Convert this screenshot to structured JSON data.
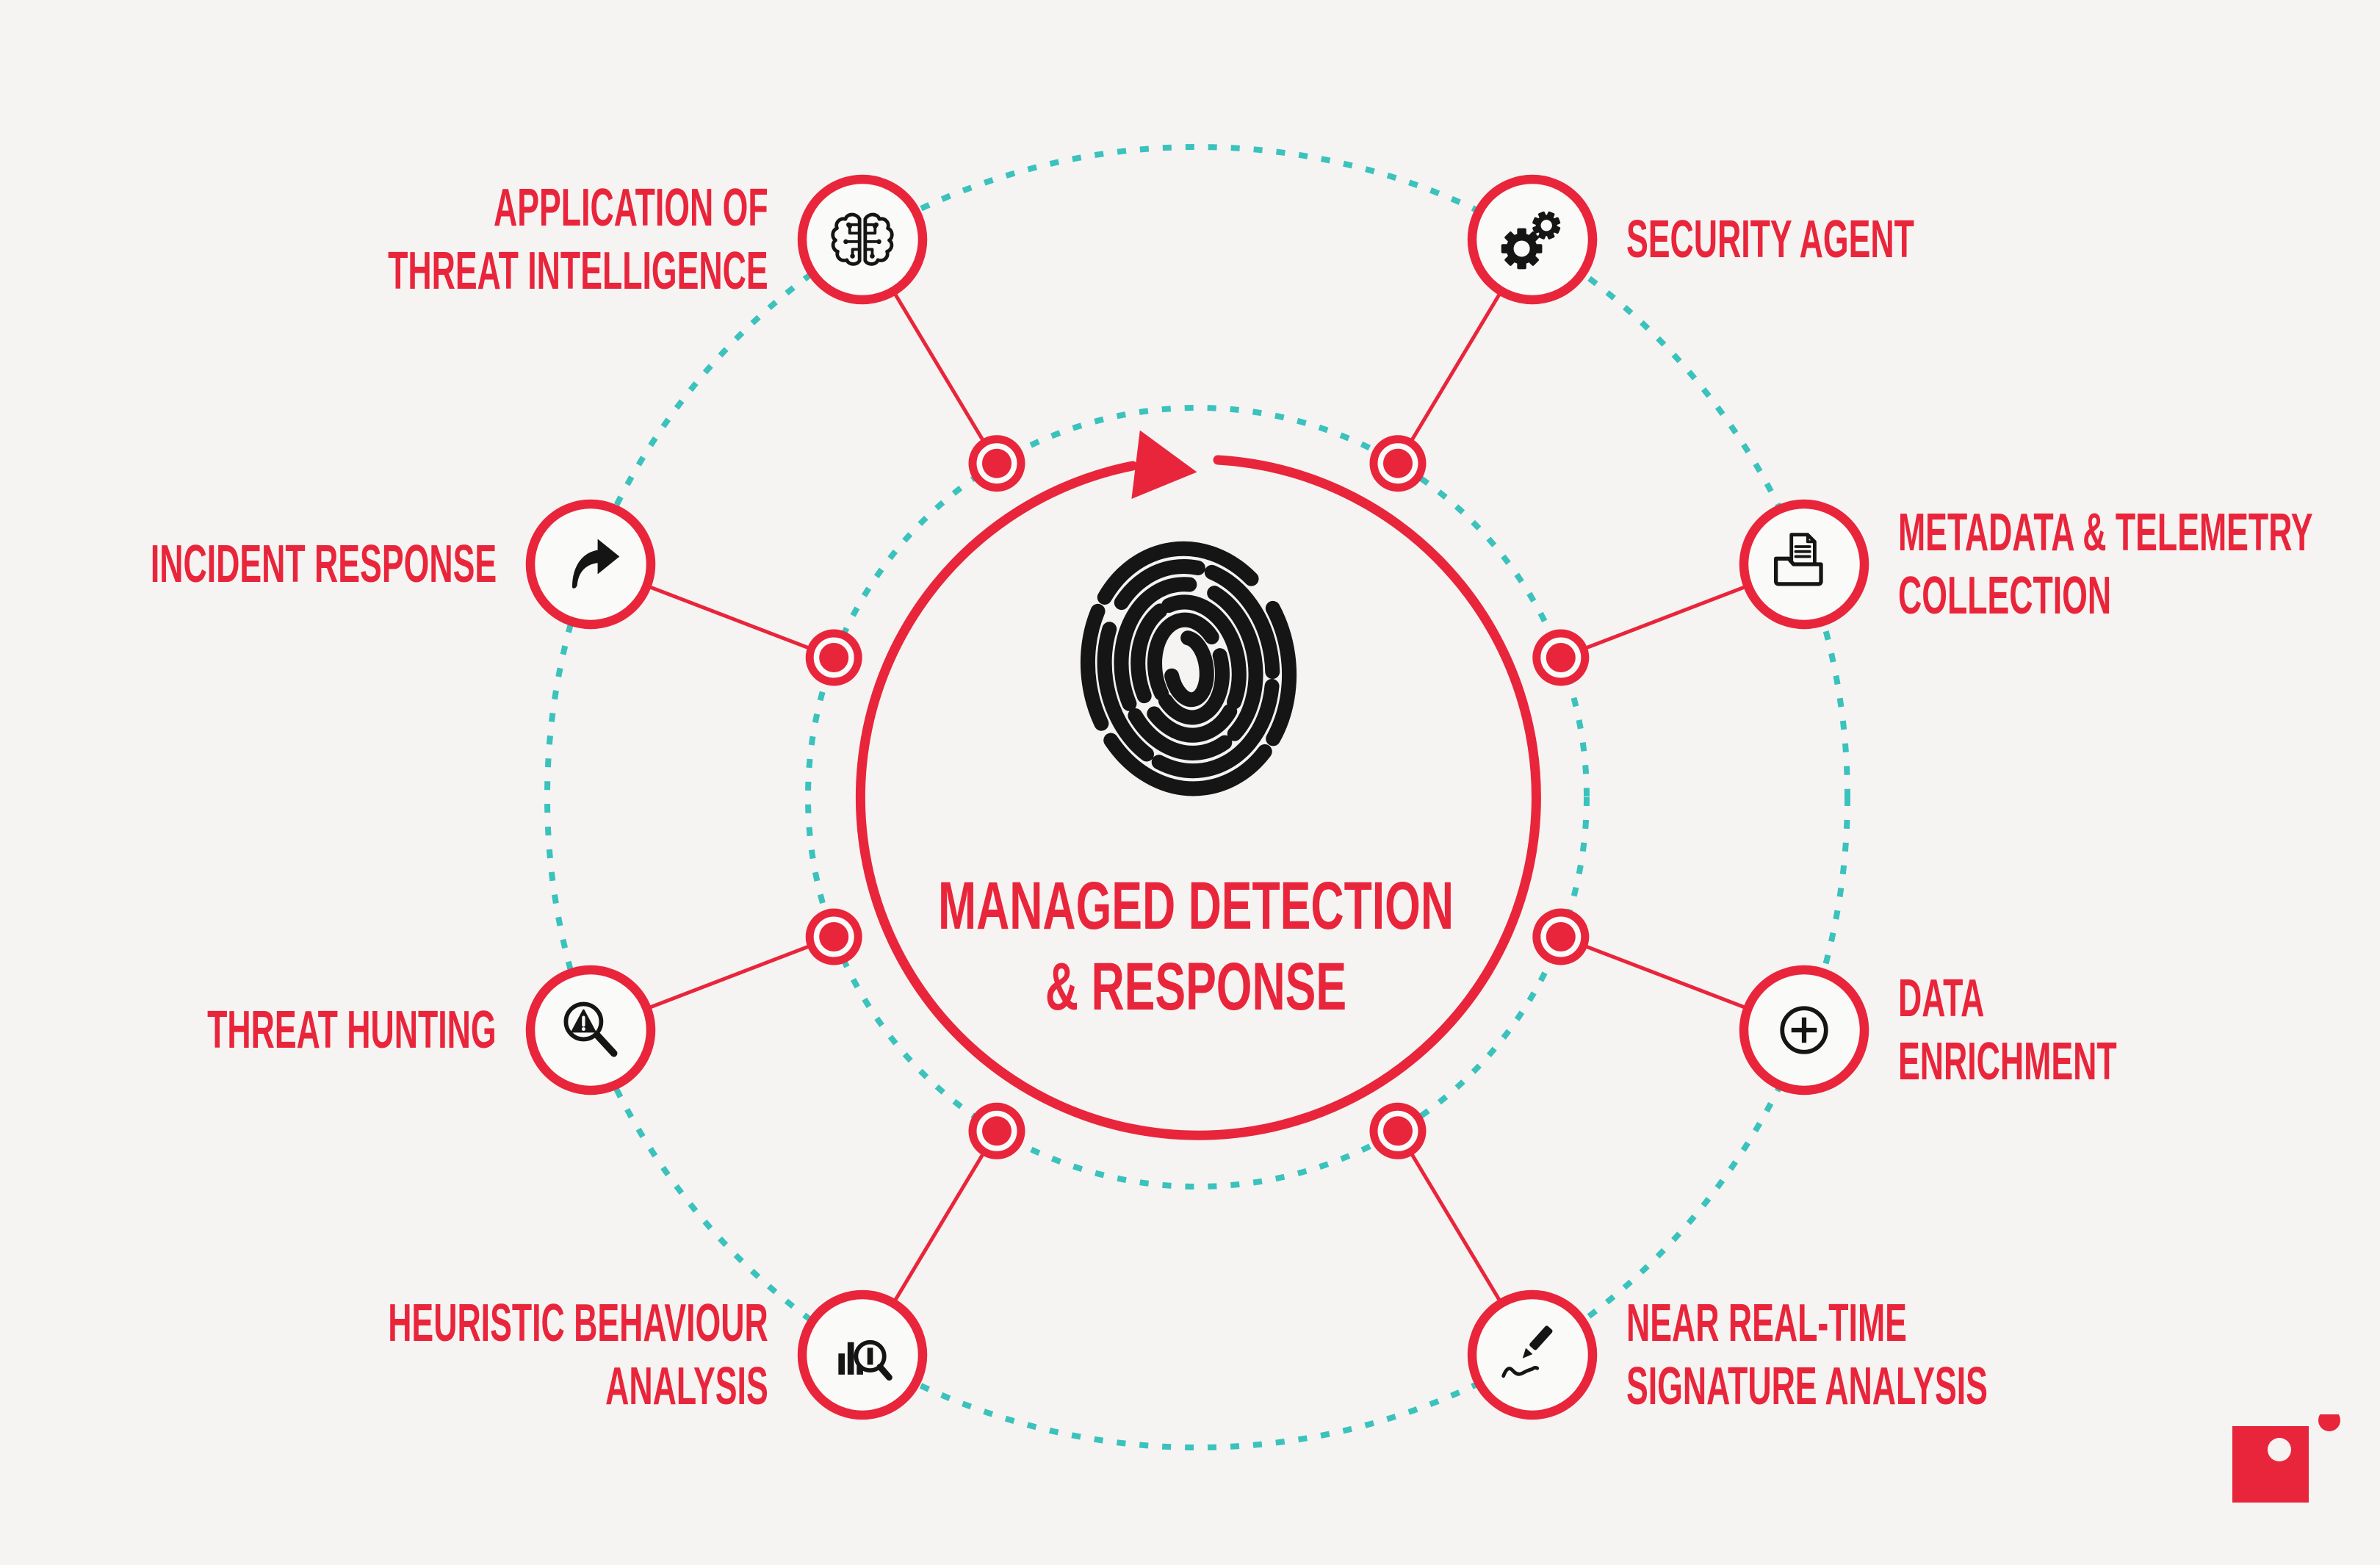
{
  "palette": {
    "background": "#F5F4F2",
    "red": "#E9253B",
    "teal": "#3BC2BD",
    "ink": "#151515",
    "circle_fill": "#FAFAF8"
  },
  "center": {
    "title": "MANAGED DETECTION\n& RESPONSE",
    "icon": "fingerprint-icon"
  },
  "spokes": [
    {
      "label": "APPLICATION OF\nTHREAT INTELLIGENCE",
      "icon": "brain-circuit-icon",
      "position": "top-left"
    },
    {
      "label": "SECURITY AGENT",
      "icon": "gears-icon",
      "position": "top-right"
    },
    {
      "label": "INCIDENT RESPONSE",
      "icon": "share-arrow-icon",
      "position": "left-upper"
    },
    {
      "label": "METADATA & TELEMETRY\nCOLLECTION",
      "icon": "folder-document-icon",
      "position": "right-upper"
    },
    {
      "label": "THREAT HUNTING",
      "icon": "magnifier-alert-icon",
      "position": "left-lower"
    },
    {
      "label": "DATA\nENRICHMENT",
      "icon": "circle-plus-icon",
      "position": "right-lower"
    },
    {
      "label": "HEURISTIC BEHAVIOUR\nANALYSIS",
      "icon": "bar-chart-magnifier-icon",
      "position": "bottom-left"
    },
    {
      "label": "NEAR REAL-TIME\nSIGNATURE ANALYSIS",
      "icon": "pen-signature-icon",
      "position": "bottom-right"
    }
  ],
  "logo": {
    "icon": "red-square-dot-logo"
  }
}
